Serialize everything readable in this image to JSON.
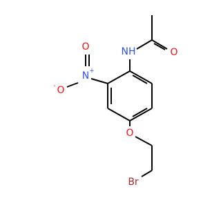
{
  "colors": {
    "carbon_bond": "#000000",
    "nitrogen": "#3050f8",
    "oxygen": "#ff0d0d",
    "bromine": "#a62929",
    "background": "#ffffff"
  },
  "atoms": {
    "amide_nh": {
      "symbol": "N",
      "suffix": "H",
      "color": "nitrogen"
    },
    "carbonyl_o": {
      "symbol": "O",
      "color": "oxygen"
    },
    "nitro_n": {
      "symbol": "N",
      "charge": "+",
      "color": "nitrogen"
    },
    "nitro_o_double": {
      "symbol": "O",
      "color": "oxygen"
    },
    "nitro_o_single": {
      "symbol": "O",
      "charge": "-",
      "color": "oxygen"
    },
    "ether_o": {
      "symbol": "O",
      "color": "oxygen"
    },
    "bromine": {
      "symbol": "Br",
      "color": "bromine"
    }
  }
}
